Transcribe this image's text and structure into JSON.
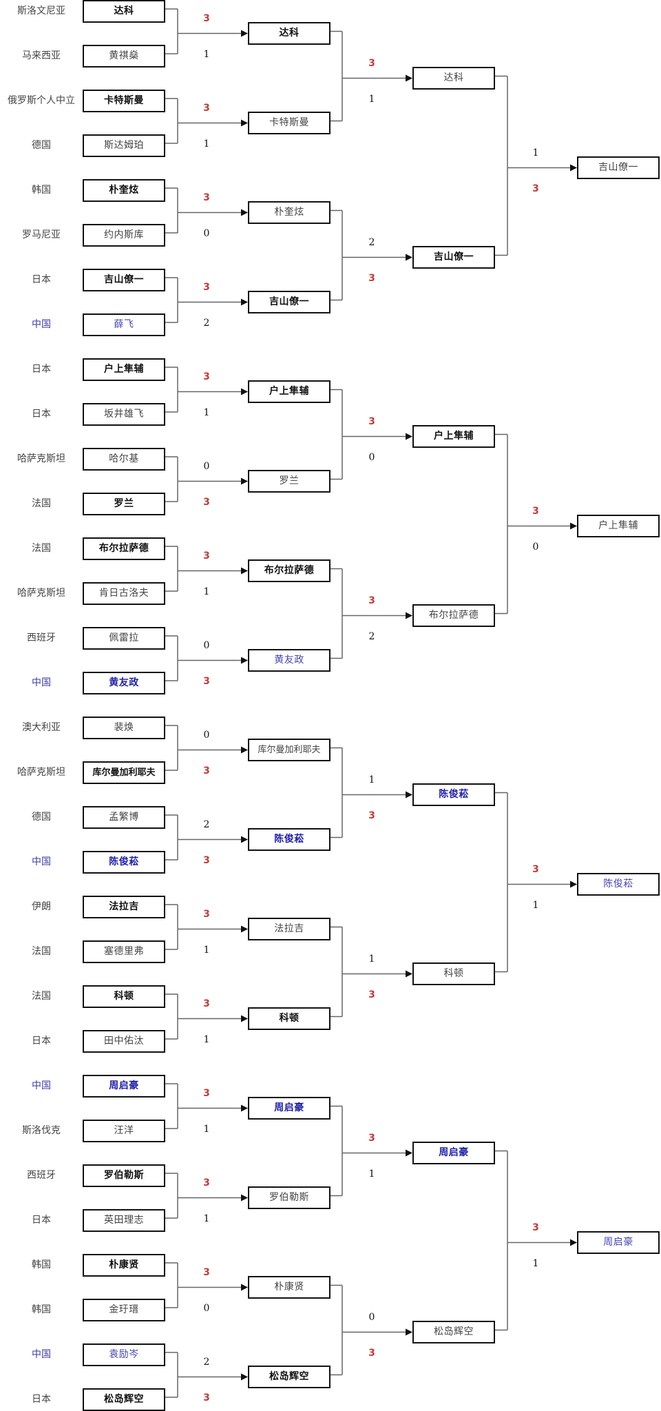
{
  "colors": {
    "winner_score": "#c93a3a",
    "china_player": "#2222aa",
    "connector": "#666666",
    "box_border": "#111111"
  },
  "rounds": [
    {
      "name": "round-of-32",
      "players": [
        {
          "country": "斯洛文尼亚",
          "name": "达科",
          "win": true,
          "cn": false
        },
        {
          "country": "马来西亚",
          "name": "黄祺燊",
          "win": false,
          "cn": false
        },
        {
          "country": "俄罗斯个人中立",
          "name": "卡特斯曼",
          "win": true,
          "cn": false
        },
        {
          "country": "德国",
          "name": "斯达姆珀",
          "win": false,
          "cn": false
        },
        {
          "country": "韩国",
          "name": "朴奎炫",
          "win": true,
          "cn": false
        },
        {
          "country": "罗马尼亚",
          "name": "约内斯库",
          "win": false,
          "cn": false
        },
        {
          "country": "日本",
          "name": "吉山僚一",
          "win": true,
          "cn": false
        },
        {
          "country": "中国",
          "name": "薛飞",
          "win": false,
          "cn": true
        },
        {
          "country": "日本",
          "name": "户上隼辅",
          "win": true,
          "cn": false
        },
        {
          "country": "日本",
          "name": "坂井雄飞",
          "win": false,
          "cn": false
        },
        {
          "country": "哈萨克斯坦",
          "name": "哈尔基",
          "win": false,
          "cn": false
        },
        {
          "country": "法国",
          "name": "罗兰",
          "win": true,
          "cn": false
        },
        {
          "country": "法国",
          "name": "布尔拉萨德",
          "win": true,
          "cn": false
        },
        {
          "country": "哈萨克斯坦",
          "name": "肯日古洛夫",
          "win": false,
          "cn": false
        },
        {
          "country": "西班牙",
          "name": "佩雷拉",
          "win": false,
          "cn": false
        },
        {
          "country": "中国",
          "name": "黄友政",
          "win": true,
          "cn": true
        },
        {
          "country": "澳大利亚",
          "name": "裴焕",
          "win": false,
          "cn": false
        },
        {
          "country": "哈萨克斯坦",
          "name": "库尔曼加利耶夫",
          "win": true,
          "cn": false
        },
        {
          "country": "德国",
          "name": "孟繁博",
          "win": false,
          "cn": false
        },
        {
          "country": "中国",
          "name": "陈俊菘",
          "win": true,
          "cn": true
        },
        {
          "country": "伊朗",
          "name": "法拉吉",
          "win": true,
          "cn": false
        },
        {
          "country": "法国",
          "name": "塞德里弗",
          "win": false,
          "cn": false
        },
        {
          "country": "法国",
          "name": "科顿",
          "win": true,
          "cn": false
        },
        {
          "country": "日本",
          "name": "田中佑汰",
          "win": false,
          "cn": false
        },
        {
          "country": "中国",
          "name": "周启豪",
          "win": true,
          "cn": true
        },
        {
          "country": "斯洛伐克",
          "name": "汪洋",
          "win": false,
          "cn": false
        },
        {
          "country": "西班牙",
          "name": "罗伯勒斯",
          "win": true,
          "cn": false
        },
        {
          "country": "日本",
          "name": "英田理志",
          "win": false,
          "cn": false
        },
        {
          "country": "韩国",
          "name": "朴康贤",
          "win": true,
          "cn": false
        },
        {
          "country": "韩国",
          "name": "金玗瑨",
          "win": false,
          "cn": false
        },
        {
          "country": "中国",
          "name": "袁励岑",
          "win": false,
          "cn": true
        },
        {
          "country": "日本",
          "name": "松岛辉空",
          "win": true,
          "cn": false
        }
      ],
      "scores": [
        [
          "3",
          "1"
        ],
        [
          "3",
          "1"
        ],
        [
          "3",
          "0"
        ],
        [
          "3",
          "2"
        ],
        [
          "3",
          "1"
        ],
        [
          "0",
          "3"
        ],
        [
          "3",
          "1"
        ],
        [
          "0",
          "3"
        ],
        [
          "0",
          "3"
        ],
        [
          "2",
          "3"
        ],
        [
          "3",
          "1"
        ],
        [
          "3",
          "1"
        ],
        [
          "3",
          "1"
        ],
        [
          "3",
          "1"
        ],
        [
          "3",
          "0"
        ],
        [
          "2",
          "3"
        ]
      ]
    },
    {
      "name": "round-of-16",
      "players": [
        {
          "name": "达科",
          "win": true,
          "cn": false
        },
        {
          "name": "卡特斯曼",
          "win": false,
          "cn": false
        },
        {
          "name": "朴奎炫",
          "win": false,
          "cn": false
        },
        {
          "name": "吉山僚一",
          "win": true,
          "cn": false
        },
        {
          "name": "户上隼辅",
          "win": true,
          "cn": false
        },
        {
          "name": "罗兰",
          "win": false,
          "cn": false
        },
        {
          "name": "布尔拉萨德",
          "win": true,
          "cn": false
        },
        {
          "name": "黄友政",
          "win": false,
          "cn": true
        },
        {
          "name": "库尔曼加利耶夫",
          "win": false,
          "cn": false
        },
        {
          "name": "陈俊菘",
          "win": true,
          "cn": true
        },
        {
          "name": "法拉吉",
          "win": false,
          "cn": false
        },
        {
          "name": "科顿",
          "win": true,
          "cn": false
        },
        {
          "name": "周启豪",
          "win": true,
          "cn": true
        },
        {
          "name": "罗伯勒斯",
          "win": false,
          "cn": false
        },
        {
          "name": "朴康贤",
          "win": false,
          "cn": false
        },
        {
          "name": "松岛辉空",
          "win": true,
          "cn": false
        }
      ],
      "scores": [
        [
          "3",
          "1"
        ],
        [
          "2",
          "3"
        ],
        [
          "3",
          "0"
        ],
        [
          "3",
          "2"
        ],
        [
          "1",
          "3"
        ],
        [
          "1",
          "3"
        ],
        [
          "3",
          "1"
        ],
        [
          "0",
          "3"
        ]
      ]
    },
    {
      "name": "quarterfinal",
      "players": [
        {
          "name": "达科",
          "win": false,
          "cn": false
        },
        {
          "name": "吉山僚一",
          "win": true,
          "cn": false
        },
        {
          "name": "户上隼辅",
          "win": true,
          "cn": false
        },
        {
          "name": "布尔拉萨德",
          "win": false,
          "cn": false
        },
        {
          "name": "陈俊菘",
          "win": true,
          "cn": true
        },
        {
          "name": "科顿",
          "win": false,
          "cn": false
        },
        {
          "name": "周启豪",
          "win": true,
          "cn": true
        },
        {
          "name": "松岛辉空",
          "win": false,
          "cn": false
        }
      ],
      "scores": [
        [
          "1",
          "3"
        ],
        [
          "3",
          "0"
        ],
        [
          "3",
          "1"
        ],
        [
          "3",
          "1"
        ]
      ]
    },
    {
      "name": "semifinal-entrants",
      "players": [
        {
          "name": "吉山僚一",
          "win": false,
          "cn": false
        },
        {
          "name": "户上隼辅",
          "win": false,
          "cn": false
        },
        {
          "name": "陈俊菘",
          "win": false,
          "cn": true
        },
        {
          "name": "周启豪",
          "win": false,
          "cn": true
        }
      ]
    }
  ]
}
